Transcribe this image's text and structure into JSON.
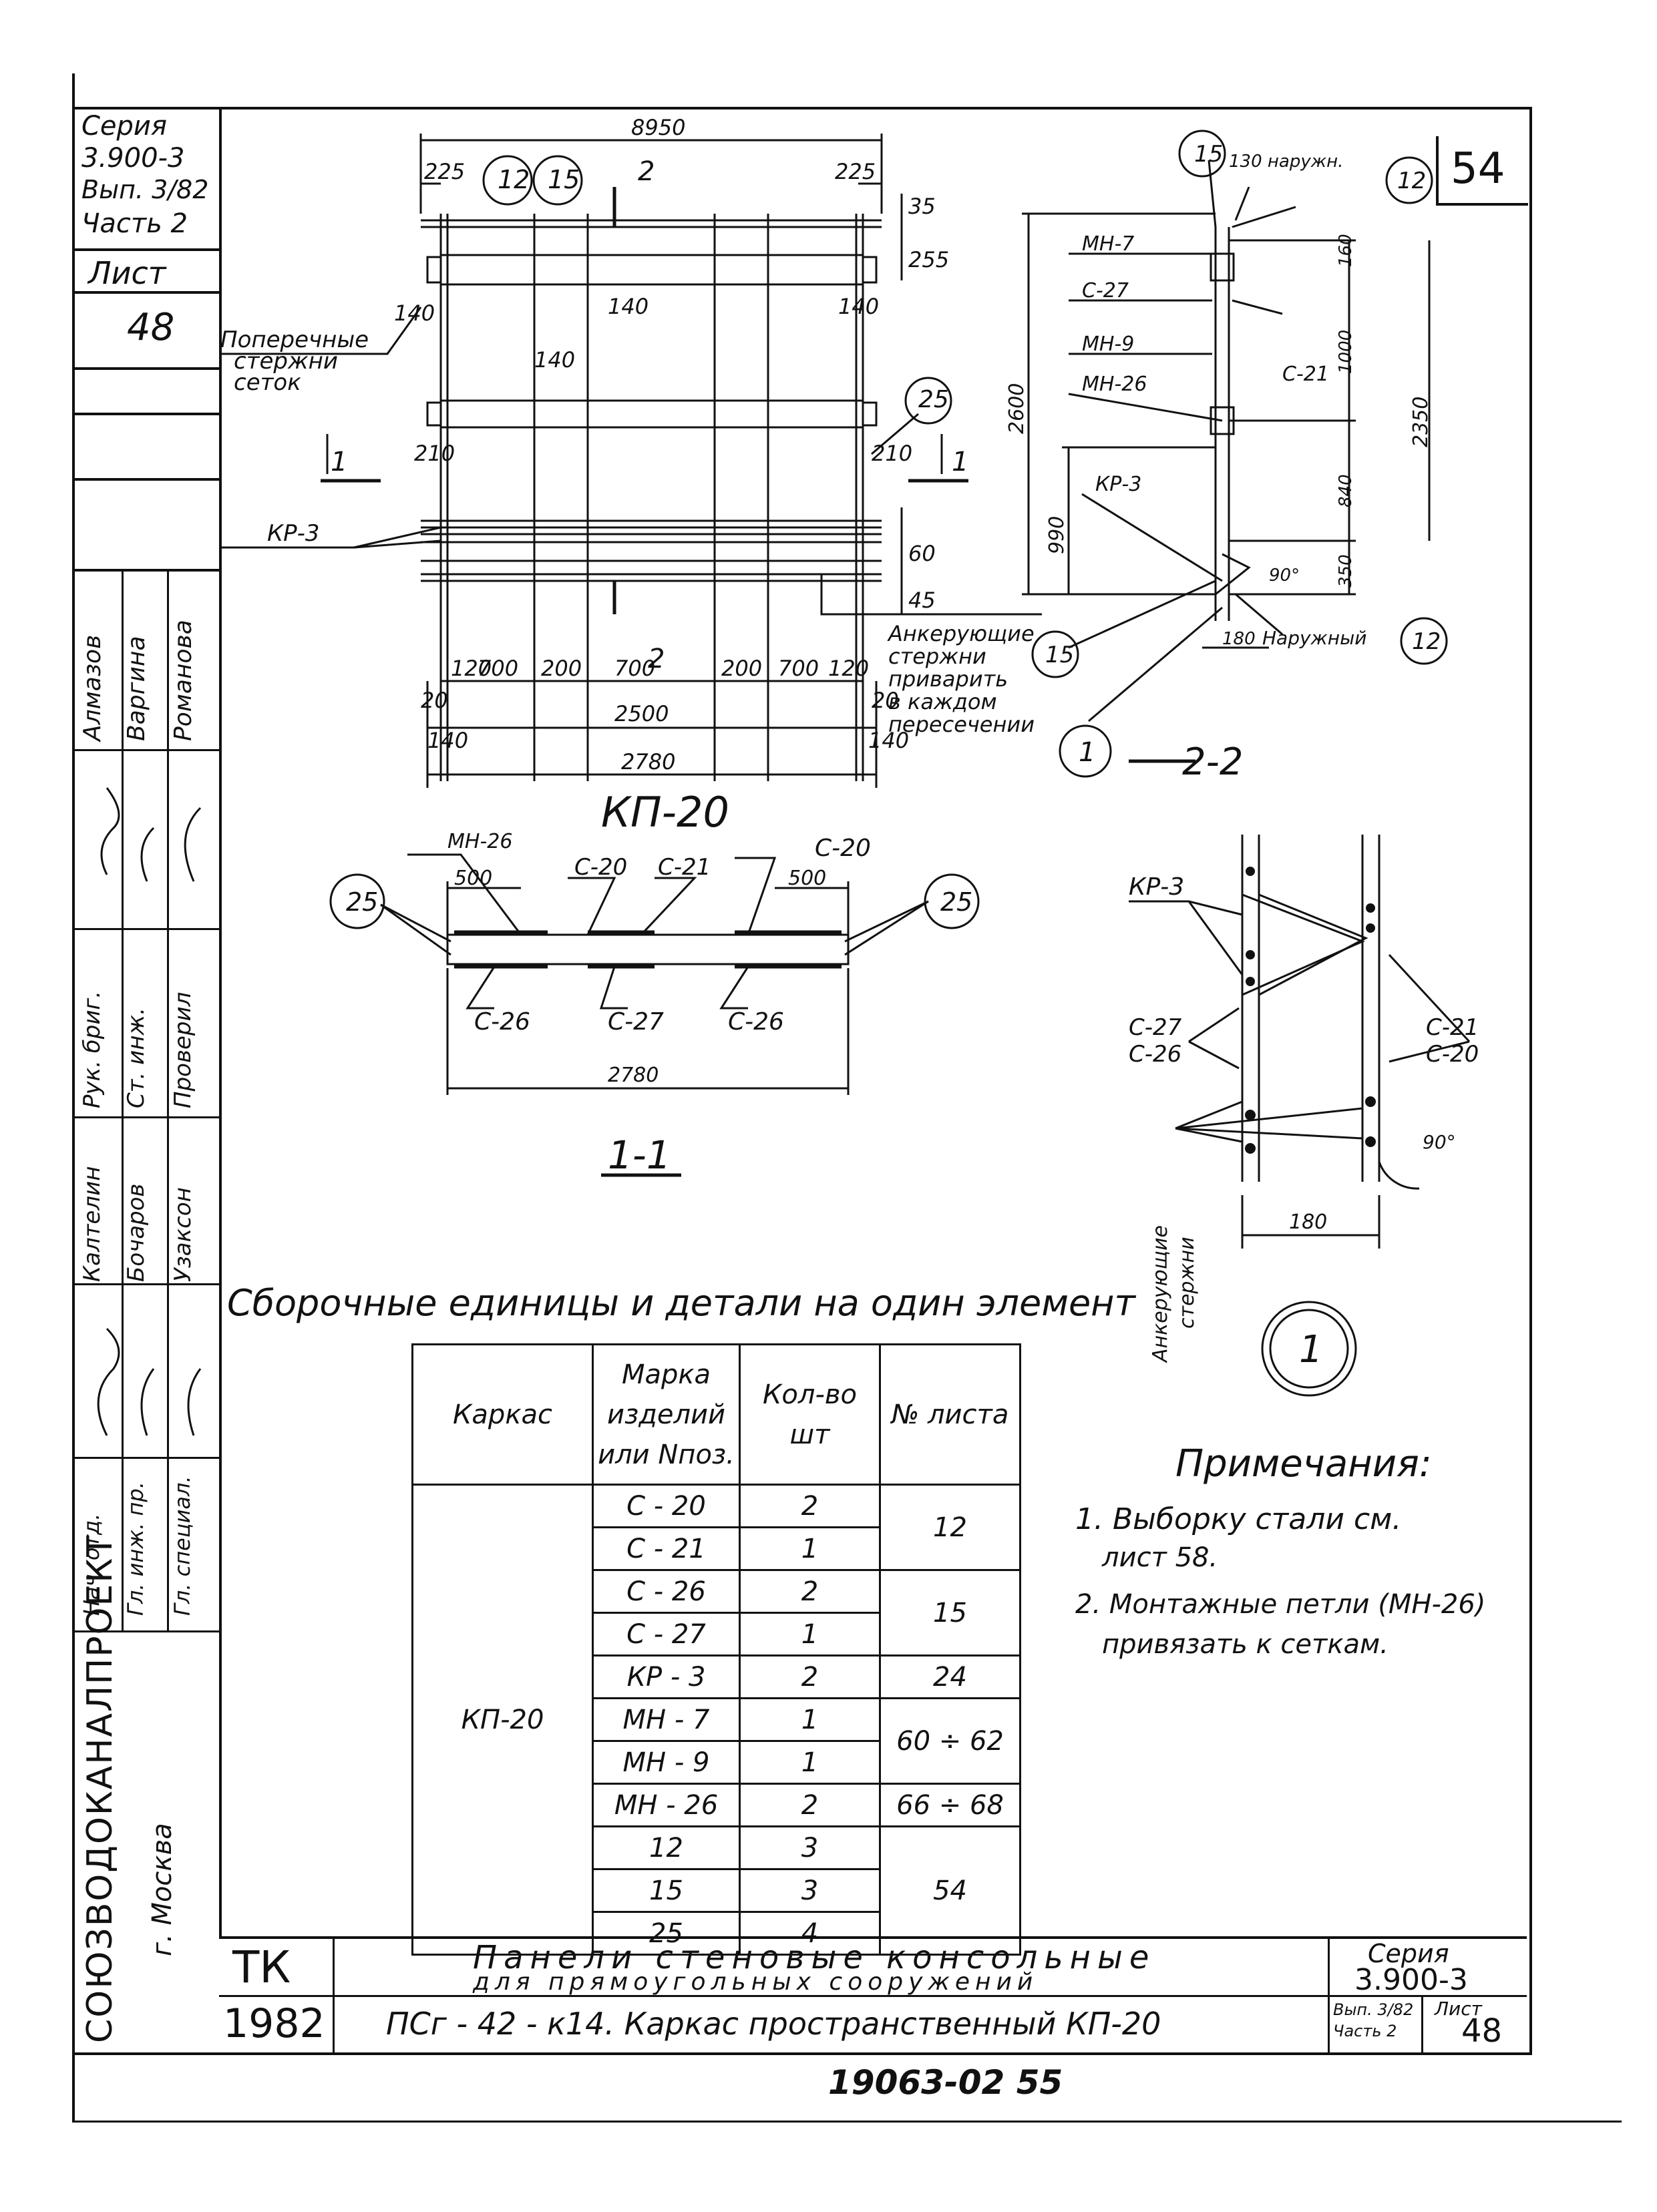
{
  "sheet": {
    "top_number": "54",
    "series_block": {
      "line1": "Серия",
      "line2": "3.900-3",
      "line3": "Вып. 3/82",
      "line4": "Часть 2"
    },
    "sheet_label": "Лист",
    "sheet_no": "48"
  },
  "left_strip": {
    "roles": [
      "Рук. бриг.",
      "Ст. инж.",
      "Проверил"
    ],
    "roles2": [
      "Нач. отд.",
      "Гл. инж. пр.",
      "Гл. специал."
    ],
    "names_a": [
      "Алмазов",
      "Варгина",
      "Романова"
    ],
    "names_b": [
      "Калтелин",
      "Бочаров",
      "Узаксон"
    ],
    "org": "СОЮЗВОДОКАНАЛПРОЕКТ",
    "city": "г. Москва"
  },
  "plan": {
    "title": "КП-20",
    "dims": {
      "overall_top": "8950",
      "d225_l": "225",
      "d225_r": "225",
      "d140_a": "140",
      "d140_b": "140",
      "d140_c": "140",
      "d140_d": "140",
      "d210_l": "210",
      "d210_r": "210",
      "d60": "60",
      "d45": "45",
      "d35": "35",
      "d255": "255",
      "d120_l": "120",
      "d120_r": "120",
      "d700_a": "700",
      "d700_b": "700",
      "d700_c": "700",
      "d200_a": "200",
      "d200_b": "200",
      "d20_a": "20",
      "d20_b": "20",
      "d2500": "2500",
      "d140_e": "140",
      "d140_f": "140",
      "d2780": "2780"
    },
    "section_marks": {
      "s1_l": "1",
      "s1_r": "1",
      "s2_t": "2",
      "s2_b": "2"
    },
    "callouts": {
      "c12": "12",
      "c15": "15",
      "c25": "25"
    },
    "labels": {
      "transverse": "Поперечные",
      "transverse2": "стержни",
      "transverse3": "сеток",
      "kr3": "КР-3",
      "anchor1": "Анкерующие",
      "anchor2": "стержни",
      "anchor3": "приварить",
      "anchor4": "в каждом",
      "anchor5": "пересечении"
    }
  },
  "section22": {
    "title": "2-2",
    "labels": {
      "mn7": "МН-7",
      "c27": "С-27",
      "mn9": "МН-9",
      "mn26": "МН-26",
      "c21": "С-21",
      "kr3": "КР-3",
      "outer_top": "130 наружн.",
      "outer_bot": "Наружный",
      "angle": "90°"
    },
    "dims": {
      "d2600": "2600",
      "d990": "990",
      "d160": "160",
      "d1000": "1000",
      "d840": "840",
      "d350": "350",
      "d2350": "2350",
      "d180": "180"
    },
    "callouts": {
      "c15a": "15",
      "c12a": "12",
      "c15b": "15",
      "c12b": "12",
      "c1": "1"
    }
  },
  "section11": {
    "title": "1-1",
    "labels": {
      "mn26": "МН-26",
      "c20a": "С-20",
      "c21": "С-21",
      "c20b": "С-20",
      "c26a": "С-26",
      "c27": "С-27",
      "c26b": "С-26"
    },
    "dims": {
      "d500a": "500",
      "d500b": "500",
      "d2780": "2780"
    },
    "callouts": {
      "c25a": "25",
      "c25b": "25"
    }
  },
  "detail1": {
    "labels": {
      "kr3": "КР-3",
      "c27": "С-27",
      "c26": "С-26",
      "c21": "С-21",
      "c20": "С-20",
      "angle": "90°",
      "anchor1": "Анкерующие",
      "anchor2": "стержни"
    },
    "dims": {
      "d180": "180"
    },
    "callout": "1"
  },
  "spec": {
    "heading": "Сборочные единицы и детали на один элемент",
    "headers": [
      "Каркас",
      "Марка изделий или Nпоз.",
      "Кол-во шт",
      "№ листа"
    ],
    "frame": "КП-20",
    "rows": [
      {
        "mark": "С - 20",
        "qty": "2"
      },
      {
        "mark": "С - 21",
        "qty": "1"
      },
      {
        "mark": "С - 26",
        "qty": "2"
      },
      {
        "mark": "С - 27",
        "qty": "1"
      },
      {
        "mark": "КР - 3",
        "qty": "2"
      },
      {
        "mark": "МН - 7",
        "qty": "1"
      },
      {
        "mark": "МН - 9",
        "qty": "1"
      },
      {
        "mark": "МН - 26",
        "qty": "2"
      },
      {
        "mark": "12",
        "qty": "3"
      },
      {
        "mark": "15",
        "qty": "3"
      },
      {
        "mark": "25",
        "qty": "4"
      }
    ],
    "sheets": [
      "12",
      "15",
      "24",
      "60 ÷ 62",
      "66 ÷ 68",
      "54"
    ]
  },
  "notes": {
    "title": "Примечания:",
    "n1a": "1. Выборку стали см.",
    "n1b": "лист 58.",
    "n2a": "2. Монтажные петли (МН-26)",
    "n2b": "привязать к сеткам."
  },
  "title_block": {
    "tk": "ТК",
    "year": "1982",
    "title1": "Панели стеновые консольные",
    "title2": "для прямоугольных сооружений",
    "title3": "ПСг - 42 - к14. Каркас пространственный КП-20",
    "series_label": "Серия",
    "series": "3.900-3",
    "issue": "Вып. 3/82",
    "part": "Часть 2",
    "sheet_label": "Лист",
    "sheet": "48"
  },
  "bottom_code": "19063-02 55"
}
